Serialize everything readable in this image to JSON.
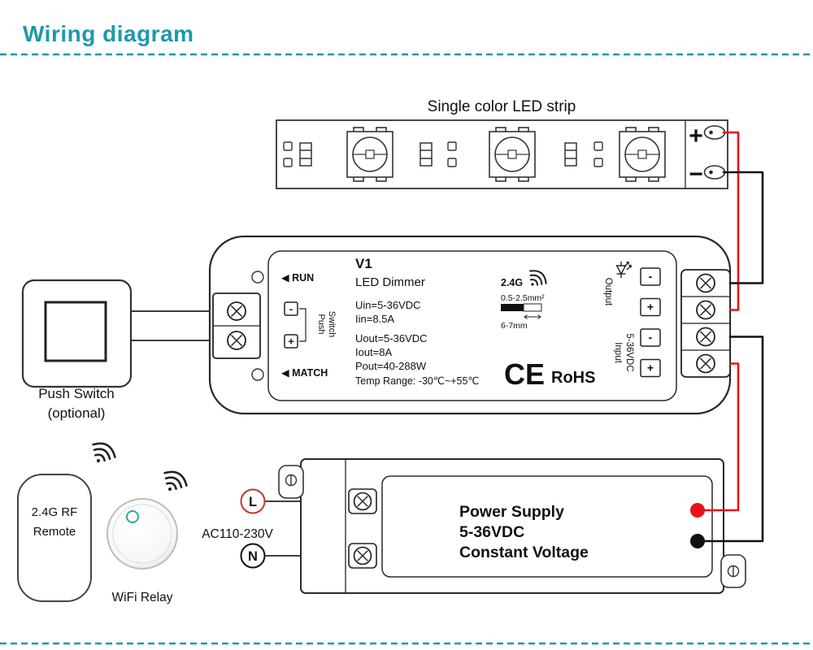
{
  "title": "Wiring diagram",
  "colors": {
    "accent": "#1e98ab",
    "wire_red": "#e8131a",
    "wire_black": "#111111",
    "live_red": "#c0392b"
  },
  "led_strip": {
    "label": "Single color LED strip",
    "plus": "+",
    "minus": "−"
  },
  "push_switch": {
    "name": "Push Switch",
    "note": "(optional)"
  },
  "dimmer": {
    "run": "◀ RUN",
    "match": "◀ MATCH",
    "model": "V1",
    "product": "LED Dimmer",
    "uin": "Uin=5-36VDC",
    "iin": "Iin=8.5A",
    "uout": "Uout=5-36VDC",
    "iout": "Iout=8A",
    "pout": "Pout=40-288W",
    "temp": "Temp Range: -30℃~+55℃",
    "rf": "2.4G",
    "gauge": "0.5-2.5mm²",
    "strip_length": "6-7mm",
    "cert_ce": "CE",
    "cert_rohs": "RoHS",
    "push_col1": "Push",
    "push_col2": "Switch",
    "push_minus": "-",
    "push_plus": "+",
    "output": "Output",
    "input": "Input",
    "input_v": "5-36VDC",
    "t1": "-",
    "t2": "+",
    "t3": "-",
    "t4": "+"
  },
  "remote": {
    "line1": "2.4G RF",
    "line2": "Remote"
  },
  "relay": {
    "label": "WiFi Relay"
  },
  "ac": {
    "label": "AC110-230V",
    "live": "L",
    "neutral": "N"
  },
  "psu": {
    "line1": "Power Supply",
    "line2": "5-36VDC",
    "line3": "Constant Voltage"
  }
}
